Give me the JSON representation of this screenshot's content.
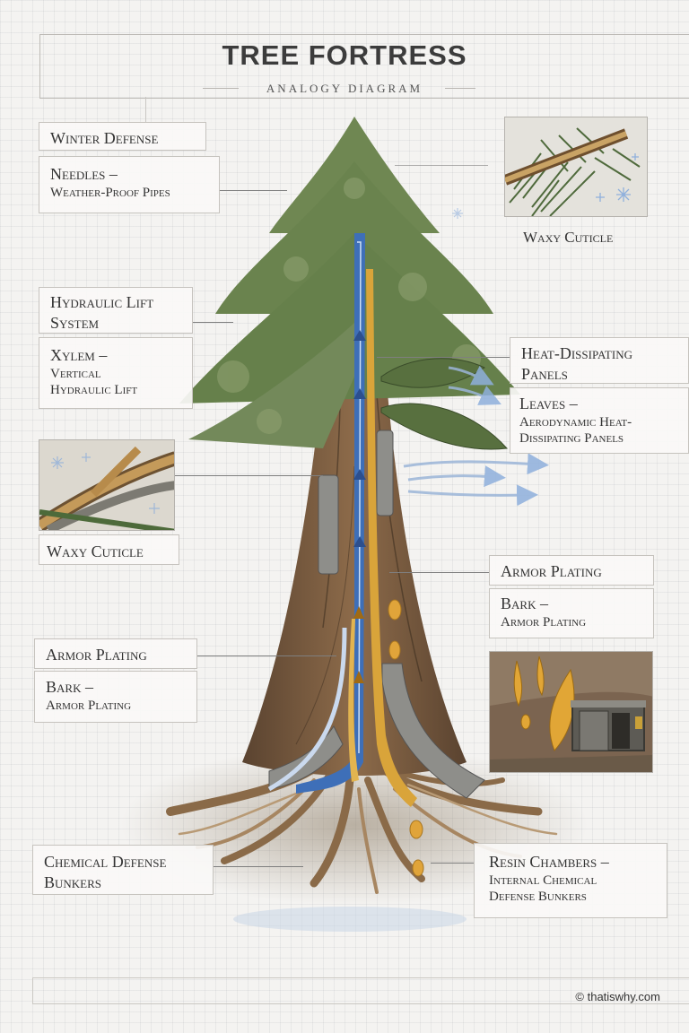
{
  "title": "TREE FORTRESS",
  "subtitle": "ANALOGY DIAGRAM",
  "labels": {
    "winter_defense": "Winter Defense",
    "needles_title": "Needles –",
    "needles_sub": "Weather-Proof Pipes",
    "hydraulic_l1": "Hydraulic Lift",
    "hydraulic_l2": "System",
    "xylem_title": "Xylem –",
    "xylem_l2": "Vertical",
    "xylem_l3": "Hydraulic Lift",
    "waxy_cuticle_right": "Waxy Cuticle",
    "waxy_cuticle_left": "Waxy Cuticle",
    "heat_l1": "Heat-Dissipating",
    "heat_l2": "Panels",
    "leaves_title": "Leaves –",
    "leaves_l2": "Aerodynamic Heat-",
    "leaves_l3": "Dissipating Panels",
    "armor_right": "Armor Plating",
    "bark_right_title": "Bark –",
    "bark_right_sub": "Armor Plating",
    "armor_left": "Armor Plating",
    "bark_left_title": "Bark –",
    "bark_left_sub": "Armor Plating",
    "chem_l1": "Chemical Defense",
    "chem_l2": "Bunkers",
    "resin_l1": "Resin Chambers –",
    "resin_l2": "Internal Chemical",
    "resin_l3": "Defense Bunkers"
  },
  "credit": "© thatiswhy.com",
  "colors": {
    "xylem_blue": "#3e6fb8",
    "resin_gold": "#d9a43a",
    "foliage": "#6f8752",
    "bark": "#7a5b3d",
    "airflow": "#9bb5d8"
  }
}
